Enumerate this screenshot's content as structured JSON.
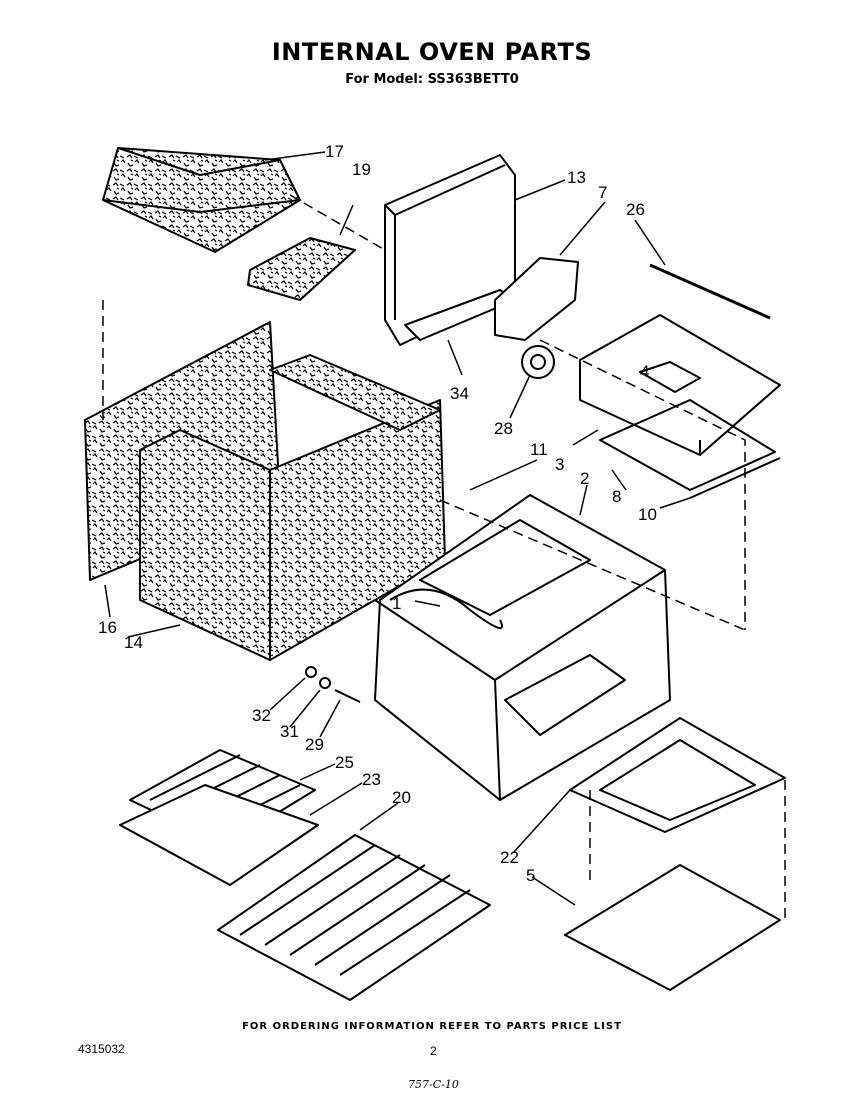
{
  "header": {
    "title": "INTERNAL OVEN PARTS",
    "subtitle": "For Model: SS363BETT0"
  },
  "parts": [
    "1",
    "2",
    "3",
    "4",
    "5",
    "7",
    "8",
    "10",
    "11",
    "13",
    "14",
    "16",
    "17",
    "19",
    "20",
    "22",
    "23",
    "25",
    "26",
    "28",
    "29",
    "31",
    "32",
    "34"
  ],
  "footer": {
    "note": "FOR ORDERING INFORMATION REFER TO PARTS PRICE LIST",
    "doc_number": "4315032",
    "page": "2",
    "handwritten": "757-C-10"
  }
}
